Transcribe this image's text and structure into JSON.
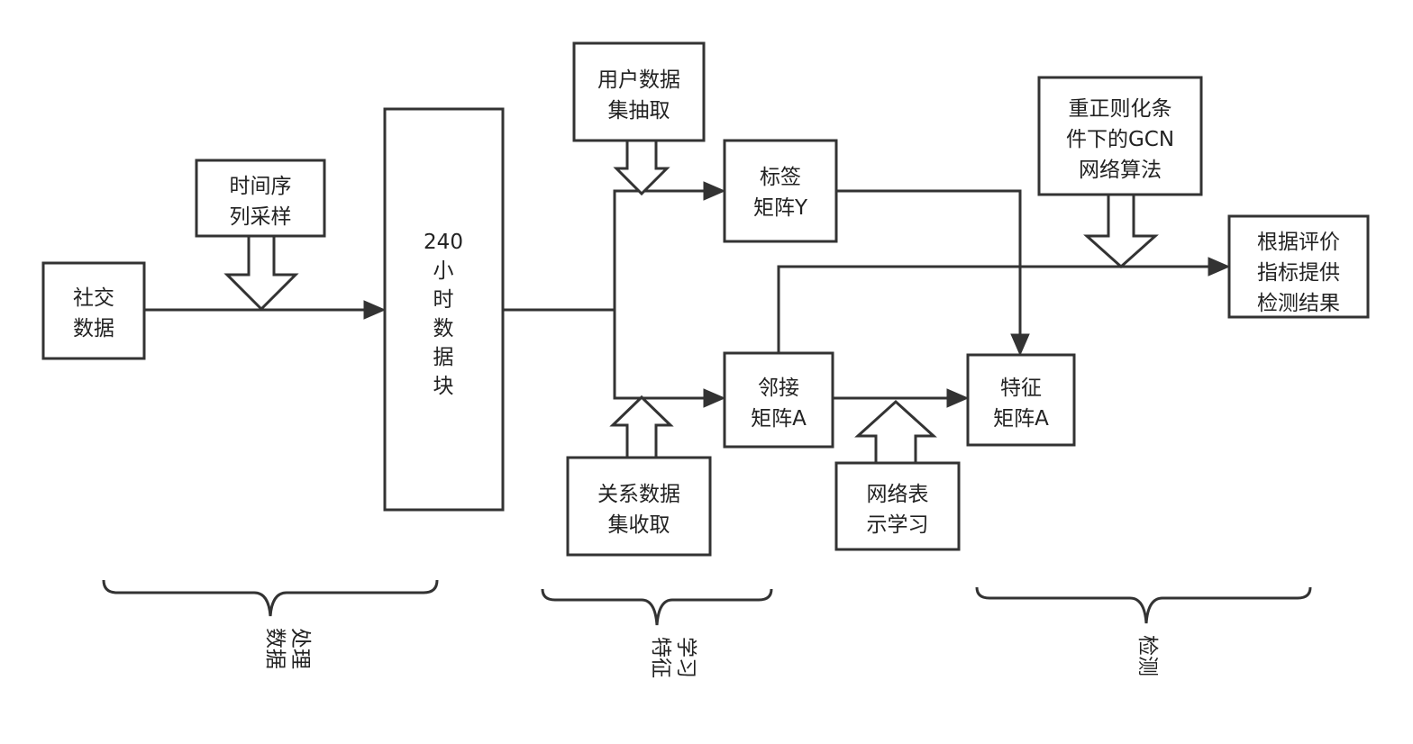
{
  "nodes": {
    "social_data": [
      "社交",
      "数据"
    ],
    "time_series": [
      "时间序",
      "列采样"
    ],
    "data_block": [
      "240",
      "小",
      "时",
      "数",
      "据",
      "块"
    ],
    "user_dataset": [
      "用户数据",
      "集抽取"
    ],
    "label_matrix": [
      "标签",
      "矩阵Y"
    ],
    "relation_dataset": [
      "关系数据",
      "集收取"
    ],
    "adjacency_matrix": [
      "邻接",
      "矩阵A"
    ],
    "network_repr": [
      "网络表",
      "示学习"
    ],
    "feature_matrix": [
      "特征",
      "矩阵A"
    ],
    "gcn_algo": [
      "重正则化条",
      "件下的GCN",
      "网络算法"
    ],
    "eval_result": [
      "根据评价",
      "指标提供",
      "检测结果"
    ]
  },
  "stages": {
    "data_processing": [
      "数据",
      "处理"
    ],
    "feature_learning": [
      "特征",
      "学习"
    ],
    "detection": [
      "检测"
    ]
  }
}
